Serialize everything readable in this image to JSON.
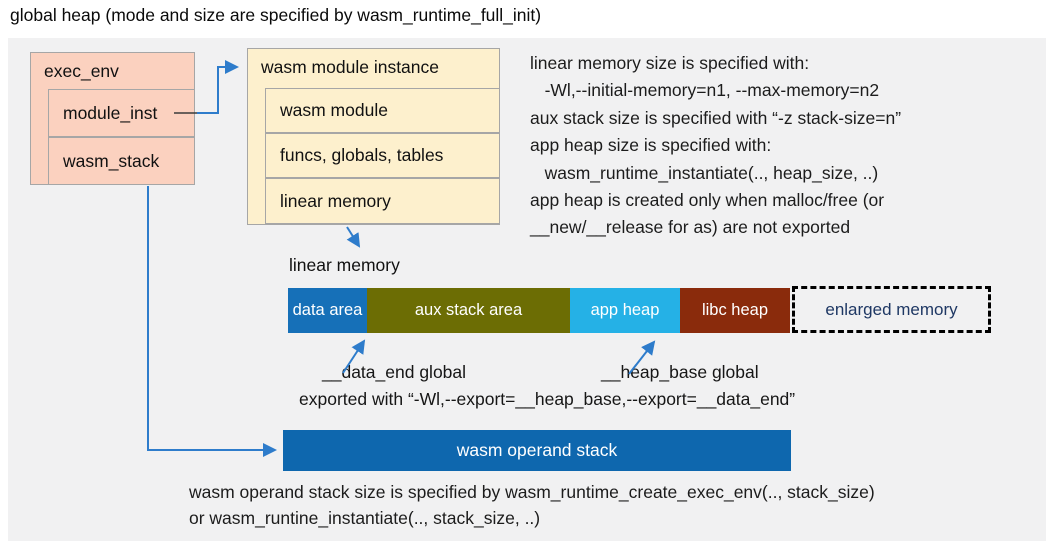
{
  "title": "global heap (mode and size are specified by wasm_runtime_full_init)",
  "exec_env": {
    "header": "exec_env",
    "rows": [
      "module_inst",
      "wasm_stack"
    ]
  },
  "module_instance": {
    "header": "wasm module instance",
    "rows": [
      "wasm module",
      "funcs, globals, tables",
      "linear memory"
    ]
  },
  "right_notes": {
    "lines": [
      "linear memory size is specified with:",
      "   -Wl,--initial-memory=n1, --max-memory=n2",
      "aux stack size is specified with “-z stack-size=n”",
      "app heap size is specified with:",
      "   wasm_runtime_instantiate(.., heap_size, ..)",
      "app heap is created only when malloc/free (or",
      "__new/__release for as) are not exported"
    ]
  },
  "linear_memory": {
    "label": "linear memory",
    "segments": [
      {
        "label": "data area",
        "color": "#1670b8"
      },
      {
        "label": "aux stack area",
        "color": "#6c6d04"
      },
      {
        "label": "app heap",
        "color": "#25b1e6"
      },
      {
        "label": "libc heap",
        "color": "#8a2b0c"
      },
      {
        "label": "enlarged memory",
        "color": "#f1f1f2",
        "text_color": "#1f3864",
        "border": "dashed"
      }
    ]
  },
  "annotations": {
    "data_end": "__data_end global",
    "heap_base": "__heap_base global",
    "exported": "exported with “-Wl,--export=__heap_base,--export=__data_end”"
  },
  "operand_stack": {
    "label": "wasm operand stack",
    "color": "#0e67ae"
  },
  "bottom_notes": {
    "lines": [
      "wasm operand stack size is specified by wasm_runtime_create_exec_env(.., stack_size)",
      "or wasm_runtine_instantiate(.., stack_size, ..)"
    ]
  },
  "colors": {
    "panel_bg": "#f1f1f2",
    "exec_env_fill": "#fbd1bf",
    "module_instance_fill": "#fdf0cd",
    "box_border": "#a6a6a6",
    "arrow_blue": "#2e7ccb",
    "enlarged_text": "#1f3864",
    "operand_stack_fill": "#0e67ae"
  }
}
